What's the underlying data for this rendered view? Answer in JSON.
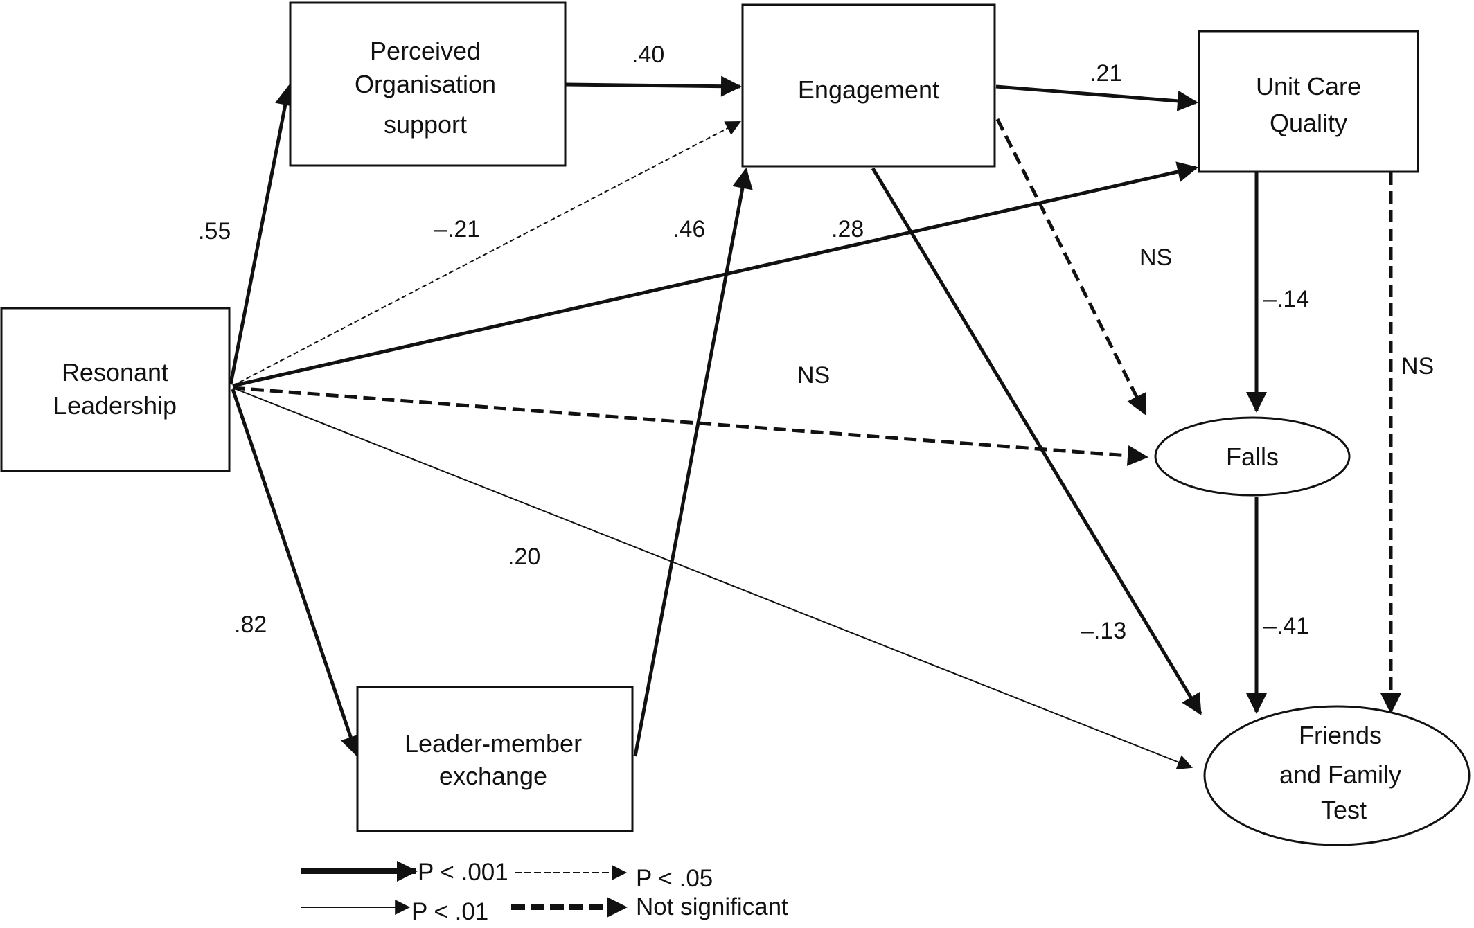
{
  "nodes": {
    "resonant_leadership": {
      "lines": [
        "Resonant",
        "Leadership"
      ]
    },
    "perceived_org_support": {
      "lines": [
        "Perceived",
        "Organisation",
        "support"
      ]
    },
    "engagement": {
      "lines": [
        "Engagement"
      ]
    },
    "unit_care_quality": {
      "lines": [
        "Unit Care",
        "Quality"
      ]
    },
    "leader_member_exchange": {
      "lines": [
        "Leader-member",
        "exchange"
      ]
    },
    "falls": {
      "lines": [
        "Falls"
      ]
    },
    "friends_family_test": {
      "lines": [
        "Friends",
        "and Family",
        "Test"
      ]
    }
  },
  "paths": {
    "rl_to_pos": ".55",
    "pos_to_eng": ".40",
    "rl_to_eng": "–.21",
    "lmx_to_eng": ".46",
    "rl_to_ucq": ".28",
    "eng_to_ucq": ".21",
    "eng_to_falls": "NS",
    "rl_to_falls": "NS",
    "ucq_to_falls": "–.14",
    "ucq_to_fft": "NS",
    "rl_to_fft": ".20",
    "rl_to_lmx": ".82",
    "eng_to_fft": "–.13",
    "falls_to_fft": "–.41"
  },
  "legend": {
    "p001": "P < .001",
    "p05": "P < .05",
    "p01": "P < .01",
    "ns": "Not significant"
  }
}
